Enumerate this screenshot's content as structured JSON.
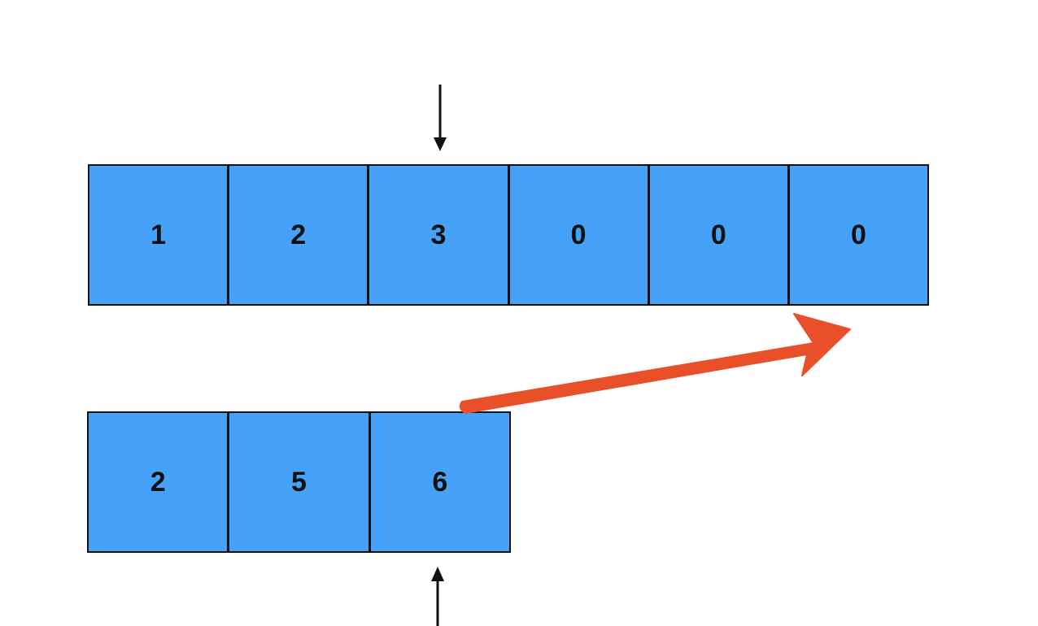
{
  "diagram": {
    "top_array": {
      "values": [
        "1",
        "2",
        "3",
        "0",
        "0",
        "0"
      ],
      "pointer_index": 2
    },
    "bottom_array": {
      "values": [
        "2",
        "5",
        "6"
      ],
      "pointer_index": 2
    },
    "arrow_color": "#e9502a",
    "cell_color": "#46a1f8",
    "pointer_color": "#111111"
  }
}
